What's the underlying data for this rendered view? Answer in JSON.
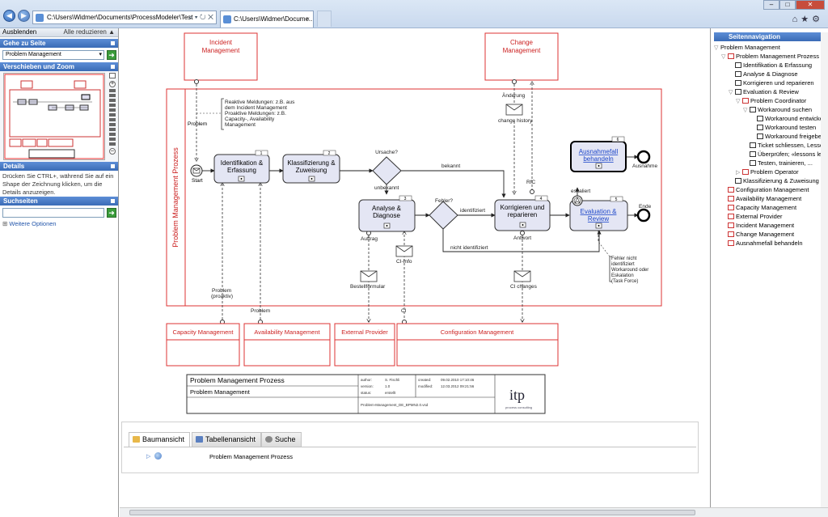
{
  "browser": {
    "address": "C:\\Users\\Widmer\\Documents\\ProcessModeler\\Test",
    "tab_title": "C:\\Users\\Widmer\\Docume...",
    "tab_close": "×"
  },
  "left": {
    "toolbar_hide": "Ausblenden",
    "toolbar_collapse": "Alle reduzieren ▲",
    "goto_header": "Gehe zu Seite",
    "goto_value": "Problem Management",
    "panzoom_header": "Verschieben und Zoom",
    "details_header": "Details",
    "details_text": "Drücken Sie CTRL+, während Sie auf ein Shape der Zeichnung klicken, um die Details anzuzeigen.",
    "search_header": "Suchseiten",
    "more_options": "Weitere Optionen"
  },
  "diagram": {
    "pool_label": "Problem Management Prozess",
    "top_boxes": {
      "incident": [
        "Incident",
        "Management"
      ],
      "change": [
        "Change",
        "Management"
      ]
    },
    "bottom_boxes": {
      "capacity": "Capacity Management",
      "availability": "Availability Management",
      "external": "External Provider",
      "configuration": "Configuration Management"
    },
    "tasks": {
      "identifikation": [
        "Identifikation &",
        "Erfassung"
      ],
      "identifikation_num": "1",
      "klassifizierung": [
        "Klassifizierung &",
        "Zuweisung"
      ],
      "klassifizierung_num": "2",
      "analyse": [
        "Analyse &",
        "Diagnose"
      ],
      "analyse_num": "3",
      "korrigieren": [
        "Korrigieren und",
        "reparieren"
      ],
      "korrigieren_num": "4",
      "evaluation": [
        "Evaluation &",
        "Review"
      ],
      "evaluation_num": "5",
      "ausnahme": [
        "Ausnahmefall",
        "behandeln"
      ],
      "ausnahme_num": "6"
    },
    "labels": {
      "start": "Start",
      "ende": "Ende",
      "ausnahme": "Ausnahme",
      "problem_in": "Problem",
      "ursache": "Ursache?",
      "bekannt": "bekannt",
      "unbekannt": "unbekannt",
      "fehler": "Fehler?",
      "identifiziert": "identifiziert",
      "nicht_identifiziert": "nicht identifiziert",
      "aenderung": "Änderung",
      "change_history": "change history",
      "rfc": "RfC",
      "eskaliert": "eskaliert",
      "antwort": "Antwort",
      "auftrag": "Auftrag",
      "ci_info": "CI-Info",
      "bestellformular": "Bestellformular",
      "ci_changes": "CI changes",
      "problem_proaktiv": [
        "Problem",
        "(proaktiv)"
      ],
      "problem_bottom": "Problem",
      "ci": "CI"
    },
    "annotations": {
      "reaktive": [
        "Reaktive Meldungen: z.B. aus",
        "dem Incident Management",
        "Proaktive Meldungen: z.B.",
        "Capacity-, Availability",
        "Management"
      ],
      "fehler_nicht": [
        "Fehler nicht",
        "identifiziert",
        "Workaround oder",
        "Eskalation",
        "(Task Force)"
      ]
    },
    "title_block": {
      "title": "Problem Management Prozess",
      "subtitle": "Problem Management",
      "author_label": "author:",
      "author": "S. Fischli",
      "version_label": "version:",
      "version": "1.0",
      "status_label": "status:",
      "status": "erstellt",
      "created_label": "created:",
      "created": "09.02.2010 17:10:46",
      "modified_label": "modified:",
      "modified": "12.03.2012 09:21:56",
      "file": "Problem-Management_DE_BPMN2.0.vsd",
      "logo": "itp",
      "logo_sub": "process consulting"
    }
  },
  "bottom": {
    "tab_tree": "Baumansicht",
    "tab_table": "Tabellenansicht",
    "tab_search": "Suche",
    "tree_root": "Problem Management Prozess"
  },
  "right": {
    "header": "Seitennavigation",
    "items": [
      {
        "text": "Problem Management",
        "indent": 0,
        "icon": "none",
        "tw": "▽"
      },
      {
        "text": "Problem Management Prozess",
        "indent": 1,
        "icon": "red",
        "tw": "▽"
      },
      {
        "text": "Identifikation & Erfassung",
        "indent": 2,
        "icon": "sub",
        "tw": ""
      },
      {
        "text": "Analyse & Diagnose",
        "indent": 2,
        "icon": "sub",
        "tw": ""
      },
      {
        "text": "Korrigieren und reparieren",
        "indent": 2,
        "icon": "sub",
        "tw": ""
      },
      {
        "text": "Evaluation & Review",
        "indent": 2,
        "icon": "sub",
        "tw": "▽"
      },
      {
        "text": "Problem Coordinator",
        "indent": 3,
        "icon": "red",
        "tw": "▽"
      },
      {
        "text": "Workaround suchen",
        "indent": 4,
        "icon": "sub",
        "tw": "▽"
      },
      {
        "text": "Workaround entwickeln",
        "indent": 5,
        "icon": "box",
        "tw": ""
      },
      {
        "text": "Workaround testen",
        "indent": 5,
        "icon": "box",
        "tw": ""
      },
      {
        "text": "Workaround freigeben",
        "indent": 5,
        "icon": "box",
        "tw": ""
      },
      {
        "text": "Ticket schliessen, Lessons",
        "indent": 4,
        "icon": "box",
        "tw": ""
      },
      {
        "text": "Überprüfen; «lessons learned»",
        "indent": 4,
        "icon": "box",
        "tw": ""
      },
      {
        "text": "Testen, trainieren, ...",
        "indent": 4,
        "icon": "box",
        "tw": ""
      },
      {
        "text": "Problem Operator",
        "indent": 3,
        "icon": "red",
        "tw": "▷"
      },
      {
        "text": "Klassifizierung & Zuweisung",
        "indent": 2,
        "icon": "sub",
        "tw": ""
      },
      {
        "text": "Configuration Management",
        "indent": 1,
        "icon": "red",
        "tw": ""
      },
      {
        "text": "Availability Management",
        "indent": 1,
        "icon": "red",
        "tw": ""
      },
      {
        "text": "Capacity Management",
        "indent": 1,
        "icon": "red",
        "tw": ""
      },
      {
        "text": "External Provider",
        "indent": 1,
        "icon": "red",
        "tw": ""
      },
      {
        "text": "Incident Management",
        "indent": 1,
        "icon": "red",
        "tw": ""
      },
      {
        "text": "Change Management",
        "indent": 1,
        "icon": "red",
        "tw": ""
      },
      {
        "text": "Ausnahmefall behandeln",
        "indent": 1,
        "icon": "red",
        "tw": ""
      }
    ]
  }
}
